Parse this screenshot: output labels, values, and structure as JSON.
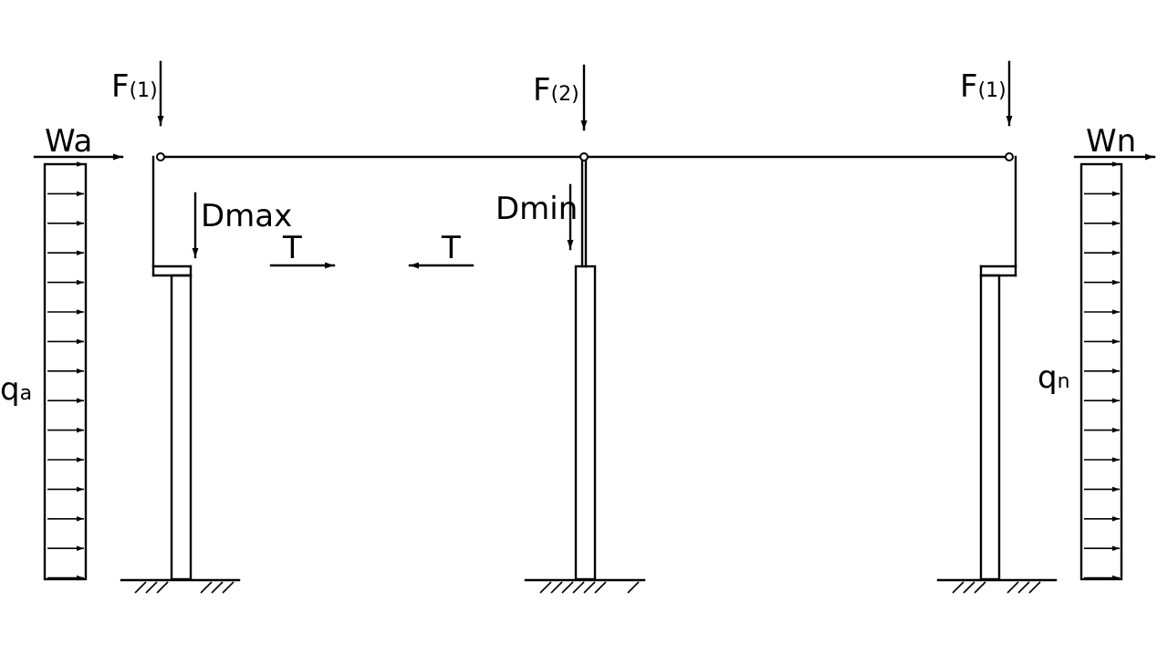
{
  "labels": {
    "f_left": "F",
    "f_left_sub": "(1)",
    "f_mid": "F",
    "f_mid_sub": "(2)",
    "f_right": "F",
    "f_right_sub": "(1)",
    "wind_left": "Wa",
    "wind_right": "Wn",
    "d_max": "Dmax",
    "d_min": "Dmin",
    "t_left": "T",
    "t_right": "T",
    "q_left": "q",
    "q_left_sub": "a",
    "q_right": "q",
    "q_right_sub": "n"
  },
  "colors": {
    "stroke": "#000000",
    "background": "#ffffff"
  }
}
